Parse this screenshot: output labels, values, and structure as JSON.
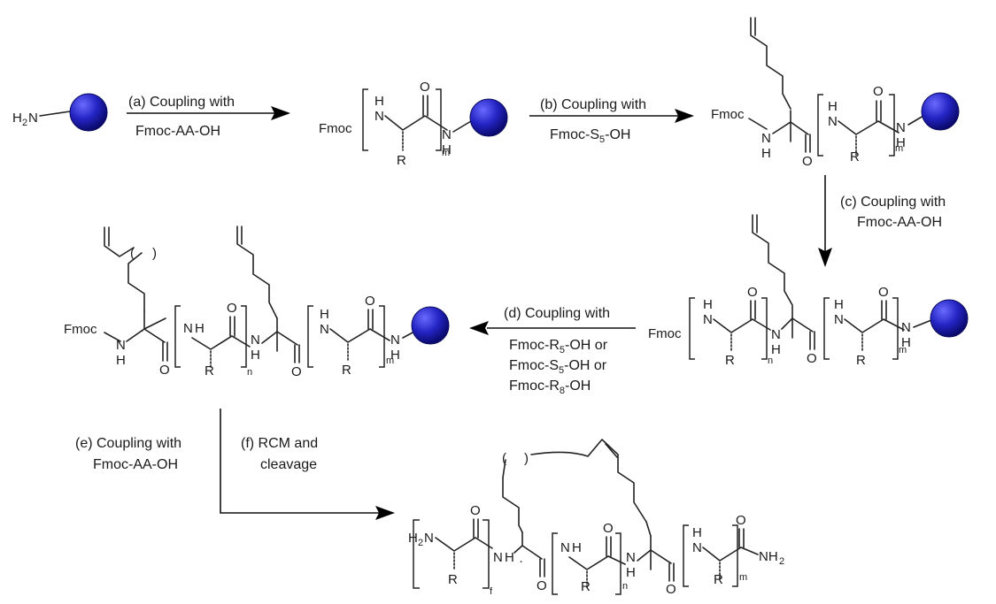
{
  "colors": {
    "resin": "#2424c4",
    "resin_dark": "#0a0a6e",
    "ink": "#1a1a1a"
  },
  "atoms": {
    "H": "H",
    "N": "N",
    "O": "O",
    "R": "R",
    "Fmoc": "Fmoc",
    "H2N_H": "H",
    "H2N_2": "2",
    "H2N_N": "N",
    "NH2_NH": "NH",
    "NH2_2": "2",
    "sub_m": "m",
    "sub_n": "n",
    "sub_f": "f",
    "dot": "·"
  },
  "steps": {
    "a": {
      "line1": "(a) Coupling with",
      "line2": "Fmoc-AA-OH"
    },
    "b": {
      "line1": "(b) Coupling with",
      "line2_pre": "Fmoc-S",
      "line2_sub": "5",
      "line2_post": "-OH"
    },
    "c": {
      "line1": "(c) Coupling with",
      "line2": "Fmoc-AA-OH"
    },
    "d": {
      "line1": "(d) Coupling with",
      "opt1_pre": "Fmoc-R",
      "opt1_sub": "5",
      "opt1_post": "-OH or",
      "opt2_pre": "Fmoc-S",
      "opt2_sub": "5",
      "opt2_post": "-OH or",
      "opt3_pre": "Fmoc-R",
      "opt3_sub": "8",
      "opt3_post": "-OH"
    },
    "e": {
      "line1": "(e) Coupling with",
      "line2": "Fmoc-AA-OH"
    },
    "f": {
      "line1": "(f) RCM and",
      "line2": "cleavage"
    }
  }
}
